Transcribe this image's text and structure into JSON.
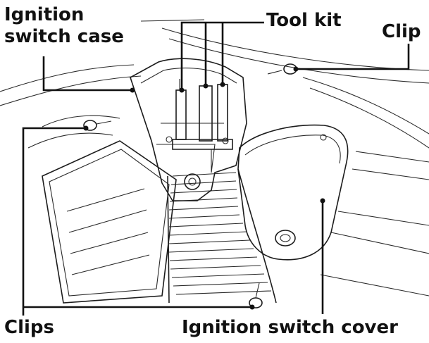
{
  "diagram": {
    "labels": {
      "ignition_switch_case": [
        "Ignition",
        "switch case"
      ],
      "tool_kit": "Tool kit",
      "clip": "Clip",
      "clips": "Clips",
      "ignition_switch_cover": "Ignition switch cover"
    },
    "colors": {
      "ink": "#111111",
      "background": "#ffffff"
    }
  }
}
